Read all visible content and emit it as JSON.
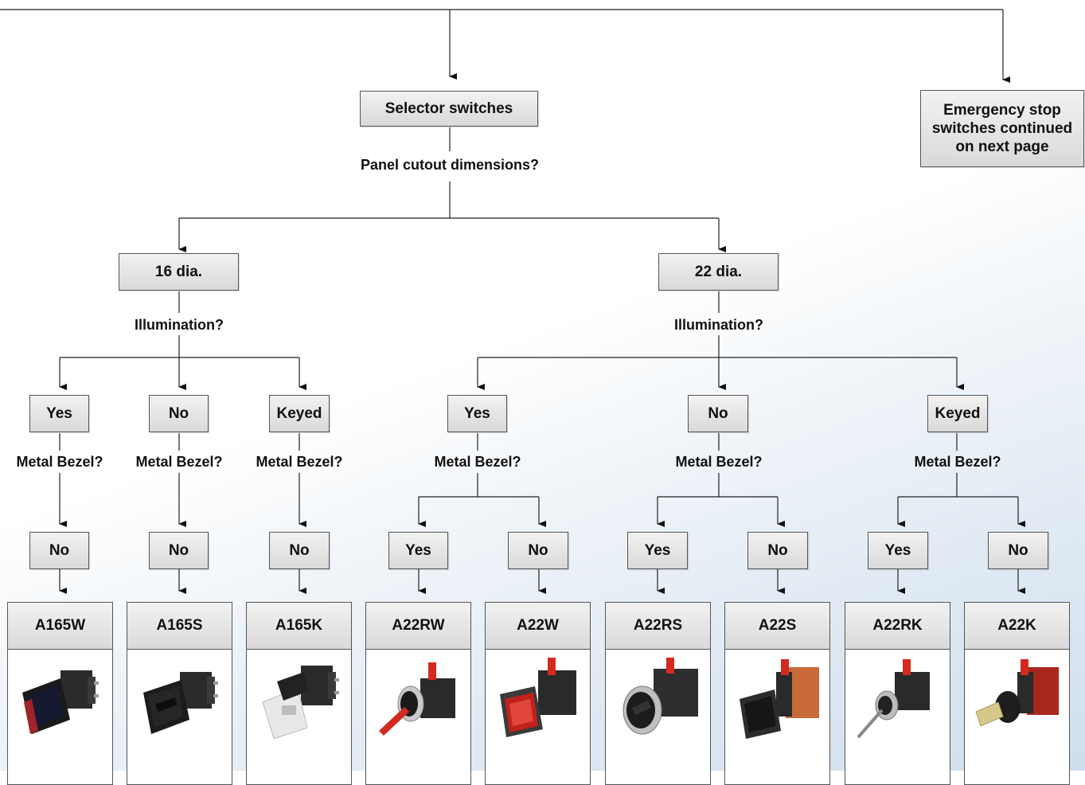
{
  "top": {
    "selector": "Selector switches",
    "emergency": "Emergency stop switches continued on next page",
    "question": "Panel cutout dimensions?"
  },
  "groups": {
    "d16": {
      "label": "16 dia.",
      "question": "Illumination?",
      "options": [
        {
          "label": "Yes",
          "question": "Metal Bezel?",
          "answer": "No",
          "product": "A165W"
        },
        {
          "label": "No",
          "question": "Metal Bezel?",
          "answer": "No",
          "product": "A165S"
        },
        {
          "label": "Keyed",
          "question": "Metal Bezel?",
          "answer": "No",
          "product": "A165K"
        }
      ]
    },
    "d22": {
      "label": "22 dia.",
      "question": "Illumination?",
      "options": [
        {
          "label": "Yes",
          "question": "Metal Bezel?",
          "yes": "Yes",
          "no": "No",
          "product_yes": "A22RW",
          "product_no": "A22W"
        },
        {
          "label": "No",
          "question": "Metal Bezel?",
          "yes": "Yes",
          "no": "No",
          "product_yes": "A22RS",
          "product_no": "A22S"
        },
        {
          "label": "Keyed",
          "question": "Metal Bezel?",
          "yes": "Yes",
          "no": "No",
          "product_yes": "A22RK",
          "product_no": "A22K"
        }
      ]
    }
  },
  "product_images": {
    "A165W": {
      "icon": "illuminated-square-switch",
      "accent": "#b0262a"
    },
    "A165S": {
      "icon": "square-selector-switch",
      "accent": "#1e1e1e"
    },
    "A165K": {
      "icon": "keyed-square-switch",
      "accent": "#e8e8e8"
    },
    "A22RW": {
      "icon": "red-lever-metal-switch",
      "accent": "#d32a1f"
    },
    "A22W": {
      "icon": "red-illuminated-switch",
      "accent": "#c0221b"
    },
    "A22RS": {
      "icon": "metal-bezel-selector-switch",
      "accent": "#2a2a2a"
    },
    "A22S": {
      "icon": "selector-switch",
      "accent": "#c86a3a"
    },
    "A22RK": {
      "icon": "key-switch-metal",
      "accent": "#888888"
    },
    "A22K": {
      "icon": "key-switch",
      "accent": "#d8c78a"
    }
  }
}
